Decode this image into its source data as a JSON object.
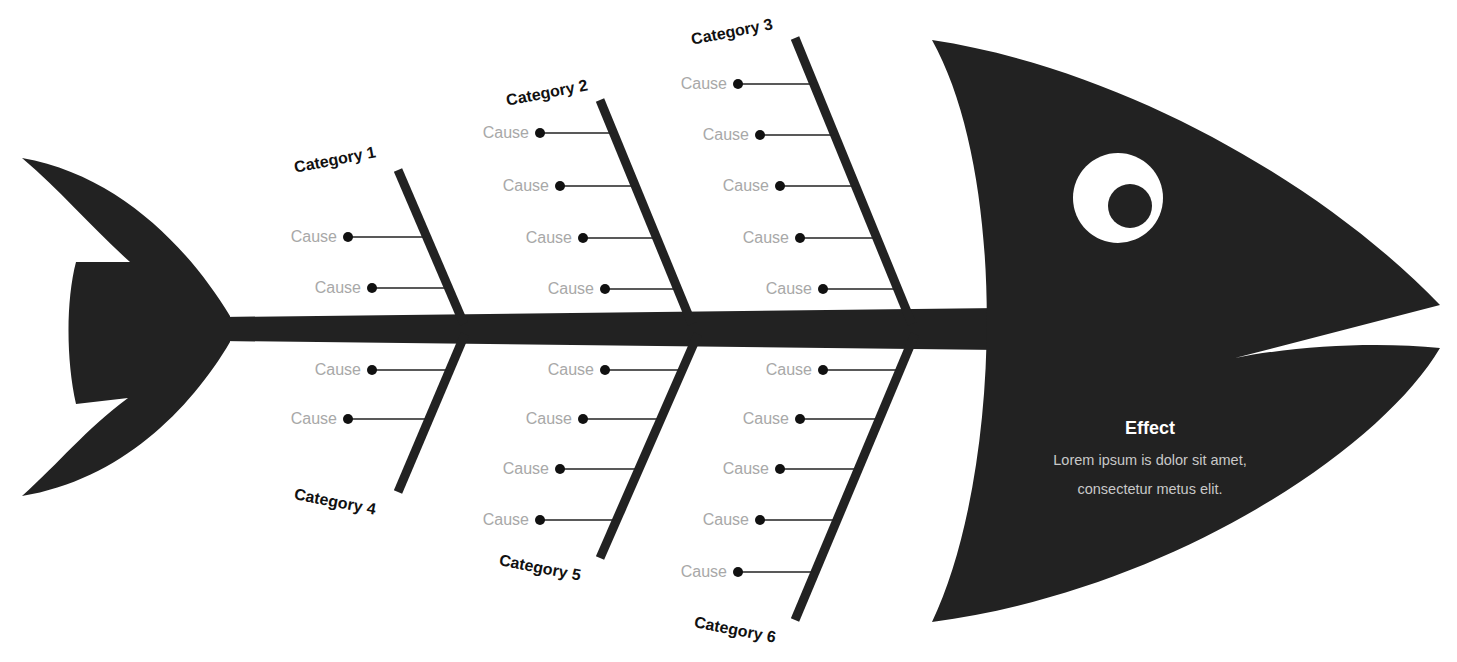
{
  "diagram": {
    "nodes": [
      {
        "text": [
          "Effect",
          "Lorem ipsum is dolor sit amet, consectetur metus elit."
        ]
      }
    ],
    "labels": [
      "Category 1",
      "Cause",
      "Cause",
      "Category 2",
      "Cause",
      "Cause",
      "Cause",
      "Cause",
      "Category 3",
      "Cause",
      "Cause",
      "Cause",
      "Cause",
      "Cause",
      "Category 4",
      "Cause",
      "Cause",
      "Category 5",
      "Cause",
      "Cause",
      "Cause",
      "Cause",
      "Category 6",
      "Cause",
      "Cause",
      "Cause",
      "Cause",
      "Cause"
    ]
  }
}
